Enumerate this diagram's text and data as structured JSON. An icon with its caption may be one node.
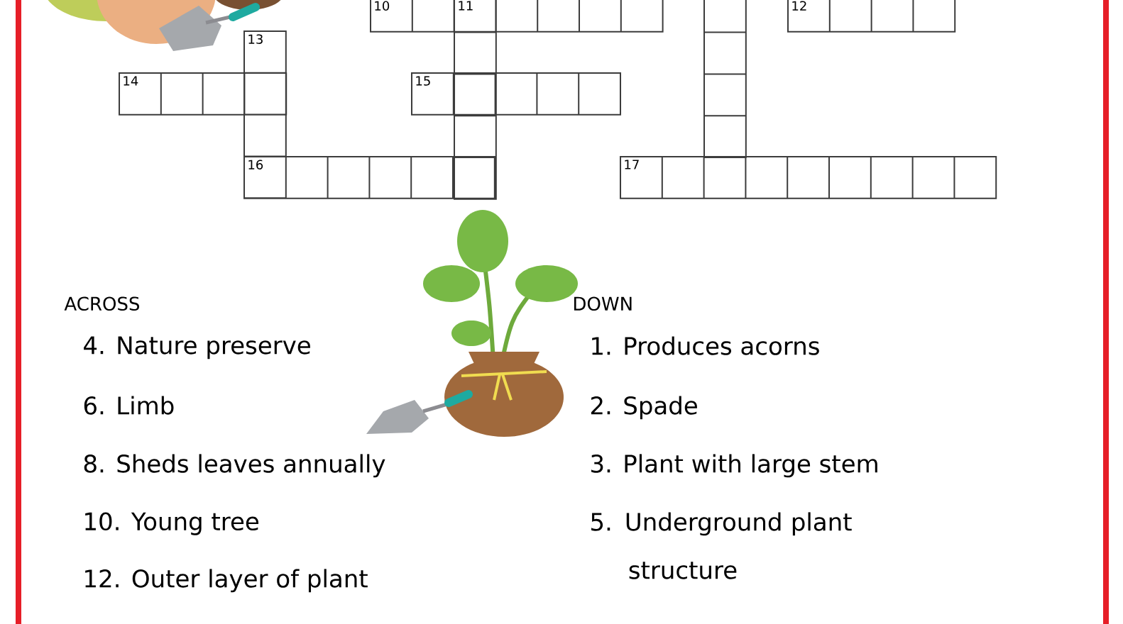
{
  "diagram": {
    "labels": [
      "10",
      "11",
      "12",
      "13",
      "14",
      "15",
      "16",
      "17",
      "ACROSS",
      "4. Nature preserve",
      "6. Limb",
      "8. Sheds leaves annually",
      "10. Young tree",
      "12. Outer layer of plant",
      "DOWN",
      "1. Produces acorns",
      "2. Spade",
      "3. Plant with large stem",
      "5. Underground plant structure"
    ]
  }
}
